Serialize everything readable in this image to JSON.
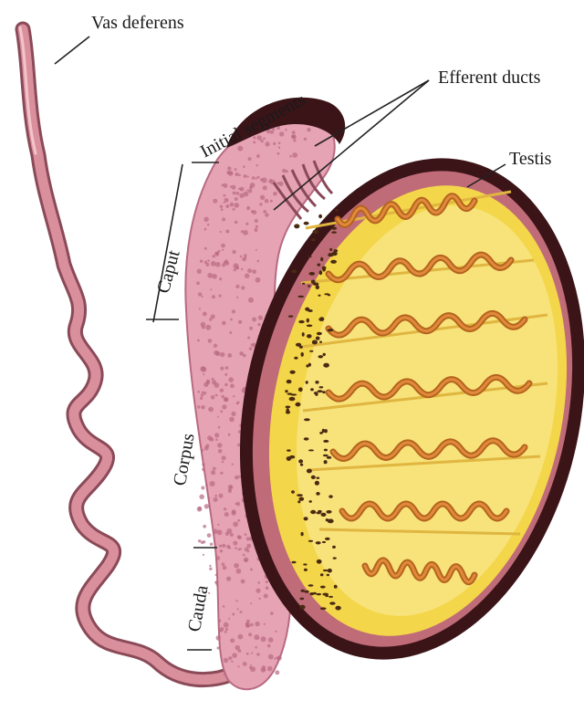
{
  "diagram": {
    "labels": {
      "vas_deferens": "Vas deferens",
      "initial_segments": "Initial segments",
      "efferent_ducts": "Efferent ducts",
      "testis": "Testis",
      "caput": "Caput",
      "corpus": "Corpus",
      "cauda": "Cauda"
    },
    "colors": {
      "tunica": "#3b1418",
      "testis_fill": "#f3d64a",
      "testis_inner": "#f7e37a",
      "tubule": "#b5631f",
      "epididymis": "#e6a3b4",
      "epididymis_dots": "#b86a82",
      "vas": "#d98f9c",
      "vas_edge": "#8a4a58",
      "leader": "#222222"
    }
  }
}
